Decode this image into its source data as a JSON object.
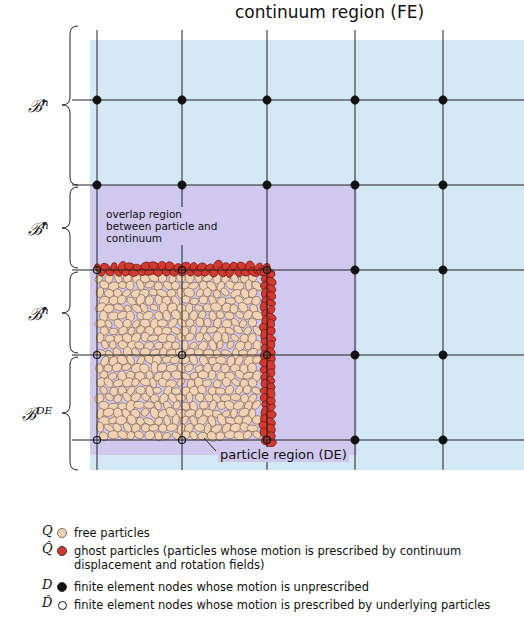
{
  "diagram": {
    "nodes": [
      {
        "text": [
          "continuum region (FE)"
        ]
      },
      {
        "text": [
          "overlap region between particle and continuum"
        ],
        "in": 0
      }
    ],
    "labels": [
      "ℬ̄ʰ",
      "ℬ̂ʰ",
      "ℬ̂ʰ",
      "ℬᴰᴱ",
      "particle region (DE)",
      "Q",
      "Q̂",
      "D",
      "D̂"
    ],
    "legend": [
      {
        "text": "free particles",
        "color": "#f2d3b6"
      },
      {
        "text": "ghost particles (particles whose motion is prescribed by continuum displacement and rotation fields)",
        "color": "#d23a30"
      },
      {
        "text": "finite element nodes whose motion is unprescribed",
        "color": "#111111"
      },
      {
        "text": "finite element nodes whose motion is prescribed by underlying particles"
      }
    ]
  }
}
